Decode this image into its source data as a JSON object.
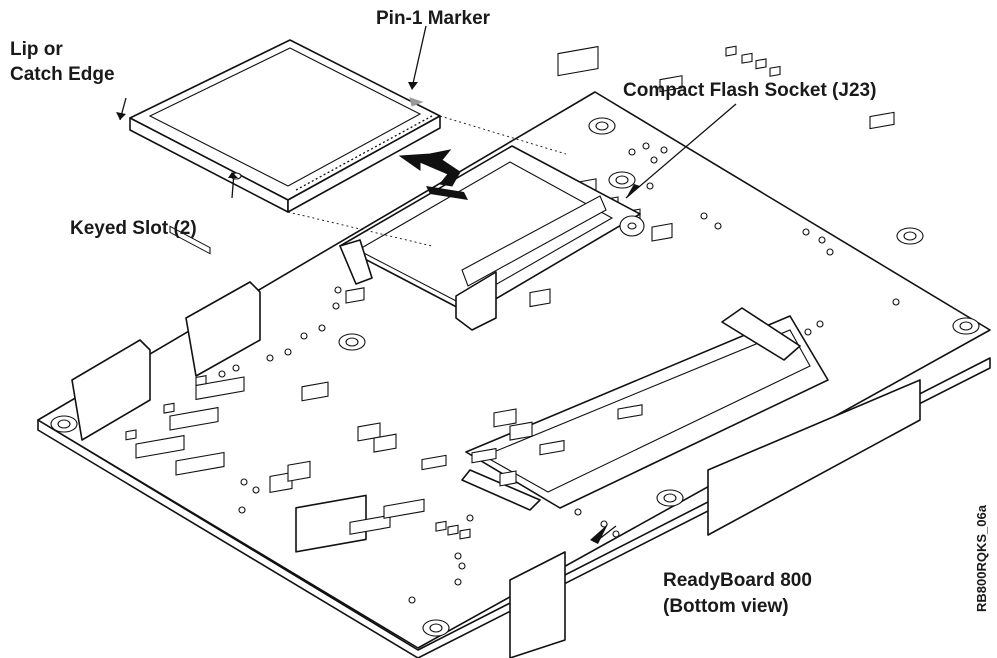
{
  "labels": {
    "lip_line1": "Lip or",
    "lip_line2": "Catch Edge",
    "pin1": "Pin-1 Marker",
    "socket": "Compact Flash Socket (J23)",
    "keyed_slot": "Keyed Slot (2)",
    "board_line1": "ReadyBoard 800",
    "board_line2": "(Bottom view)",
    "figure_id": "RB800RQKS_06a"
  },
  "colors": {
    "ink": "#111111",
    "background": "#ffffff",
    "marker": "#999999"
  }
}
